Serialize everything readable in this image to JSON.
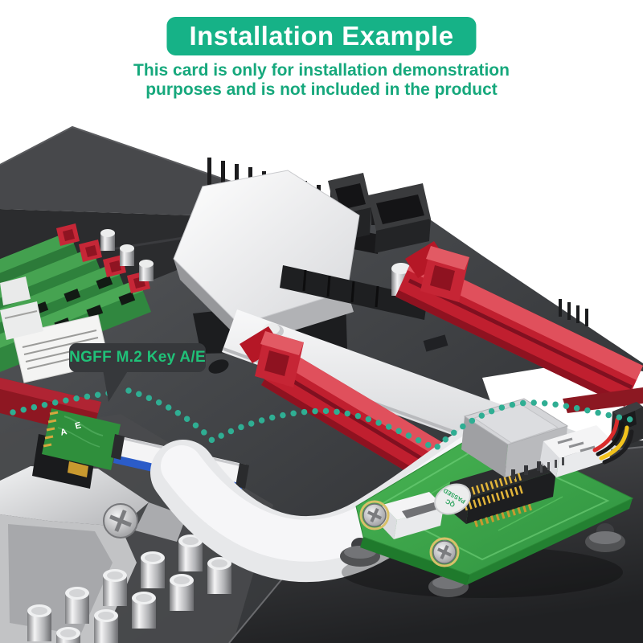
{
  "header": {
    "title": "Installation Example",
    "subtitle_line1": "This card is only for installation demonstration",
    "subtitle_line2": "purposes and is not included in the product"
  },
  "callout": {
    "label": "NGFF M.2 Key A/E"
  },
  "m2_card": {
    "key_a_label": "A",
    "key_e_label": "E"
  },
  "adapter": {
    "qc_sticker_line1": "QC",
    "qc_sticker_line2": "PASSED"
  },
  "colors": {
    "banner_green": "#16b287",
    "subtitle_green": "#16a87c",
    "callout_bg": "#36383b",
    "callout_text": "#20c178",
    "dot_teal": "#2fae93",
    "slot_red": "#c01f2f",
    "ram_green": "#2e813c",
    "adapter_green": "#3fae49",
    "board_gray": "#3c3e41",
    "ribbon_white": "#ececee"
  }
}
